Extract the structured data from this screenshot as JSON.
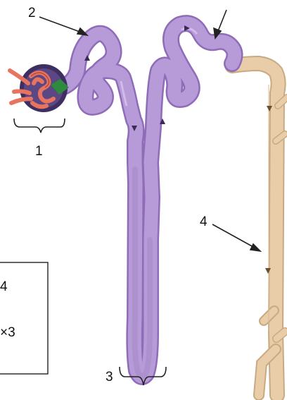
{
  "labels": {
    "glomerulus": "1",
    "proximal_tubule": "2",
    "loop_of_henle": "3",
    "collecting_duct": "4"
  },
  "box_lines": [
    "4",
    "×3"
  ],
  "colors": {
    "tubule": "#b79ad8",
    "tubule_dark": "#8f6cb8",
    "collecting_duct": "#e9cda9",
    "collecting_duct_dark": "#c8a982",
    "capsule": "#3d2f62",
    "capillary": "#e8735e",
    "arteriole_marker": "#2e8b3e",
    "arrow_fill": "#2a2a2a",
    "text": "#111111"
  }
}
